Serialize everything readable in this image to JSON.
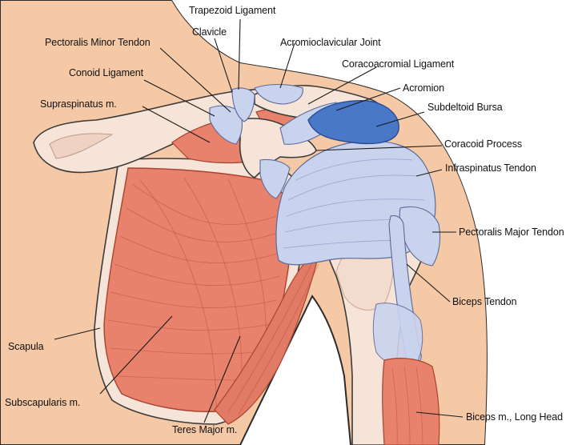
{
  "labels": {
    "trapezoid_ligament": "Trapezoid Ligament",
    "clavicle": "Clavicle",
    "pectoralis_minor_tendon": "Pectoralis Minor Tendon",
    "acromioclavicular_joint": "Acromioclavicular Joint",
    "coracoacromial_ligament": "Coracoacromial Ligament",
    "conoid_ligament": "Conoid Ligament",
    "acromion": "Acromion",
    "supraspinatus": "Supraspinatus m.",
    "subdeltoid_bursa": "Subdeltoid Bursa",
    "coracoid_process": "Coracoid Process",
    "infraspinatus_tendon": "Infraspinatus Tendon",
    "pectoralis_major_tendon": "Pectoralis Major Tendon",
    "biceps_tendon": "Biceps Tendon",
    "scapula": "Scapula",
    "subscapularis": "Subscapularis m.",
    "teres_major": "Teres Major m.",
    "biceps_long_head": "Biceps m., Long Head"
  },
  "colors": {
    "skin": "#f6c9a6",
    "skin_outline": "#2b2b2b",
    "bone": "#f7e4d8",
    "muscle": "#e8826c",
    "tendon": "#c9d3ee",
    "bursa": "#4a78c8",
    "leader": "#1a1a1a"
  }
}
